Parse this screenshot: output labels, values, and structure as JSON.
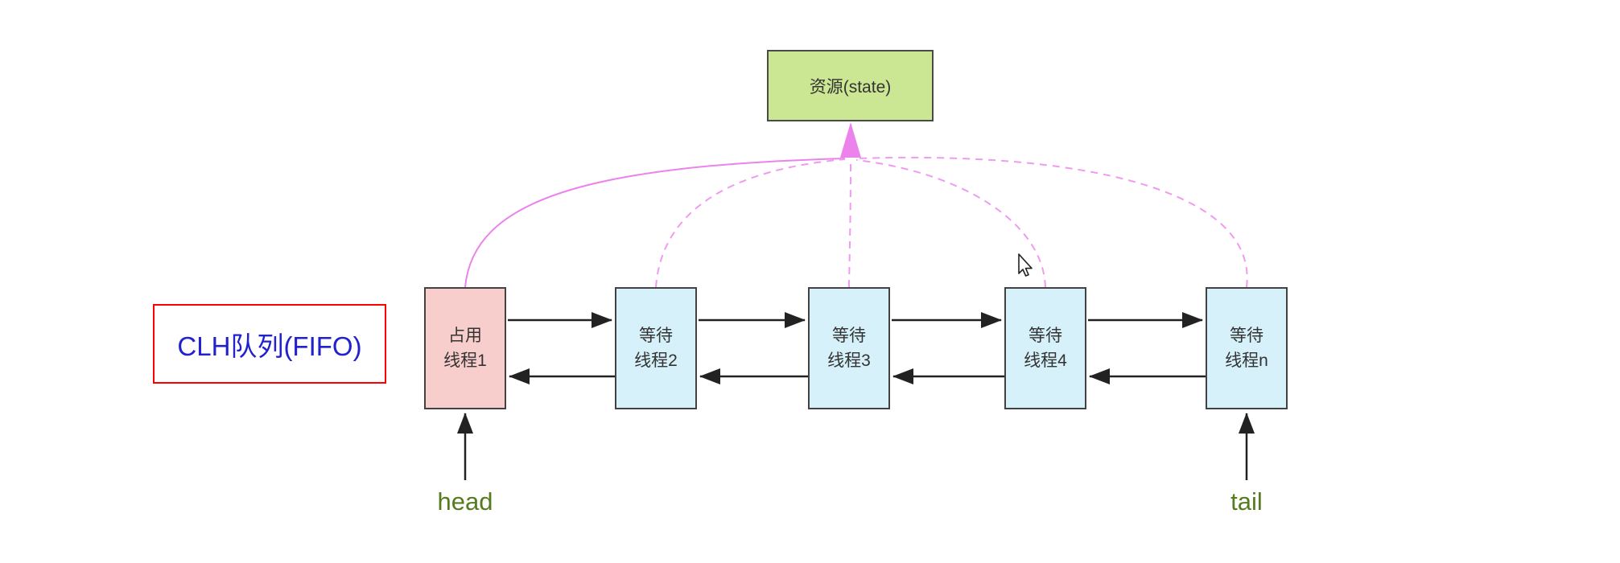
{
  "diagram": {
    "clh_label": {
      "text": "CLH队列(FIFO)",
      "text_color": "#2121cd",
      "border_color": "#fe0000"
    },
    "resource_box": {
      "label": "资源(state)",
      "fill": "#cce794"
    },
    "queue_nodes": [
      {
        "label": "占用\n线程1",
        "type": "occupying",
        "fill": "#f8cecc"
      },
      {
        "label": "等待\n线程2",
        "type": "waiting",
        "fill": "#d6f1fa"
      },
      {
        "label": "等待\n线程3",
        "type": "waiting",
        "fill": "#d6f1fa"
      },
      {
        "label": "等待\n线程4",
        "type": "waiting",
        "fill": "#d6f1fa"
      },
      {
        "label": "等待\n线程n",
        "type": "waiting",
        "fill": "#d6f1fa"
      }
    ],
    "pointers": {
      "head_label": "head",
      "tail_label": "tail",
      "color": "#567b1e"
    },
    "colors": {
      "queue_link": "#222222",
      "resource_link_solid": "#ec82ec",
      "resource_link_dashed": "#f09af0"
    }
  }
}
